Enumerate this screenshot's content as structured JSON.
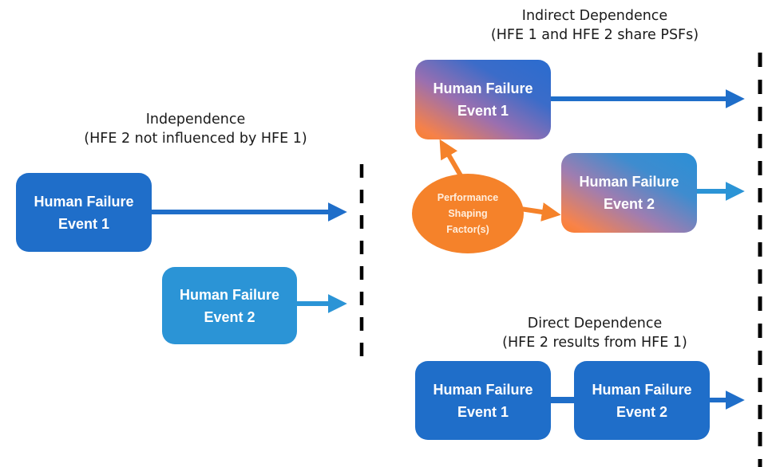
{
  "panels": {
    "independence": {
      "title": "Independence",
      "subtitle": "(HFE 2 not influenced by HFE 1)",
      "hfe1": {
        "line1": "Human Failure",
        "line2": "Event 1"
      },
      "hfe2": {
        "line1": "Human Failure",
        "line2": "Event 2"
      }
    },
    "indirect": {
      "title": "Indirect Dependence",
      "subtitle": "(HFE 1 and HFE 2 share PSFs)",
      "hfe1": {
        "line1": "Human Failure",
        "line2": "Event 1"
      },
      "hfe2": {
        "line1": "Human Failure",
        "line2": "Event 2"
      },
      "psf": {
        "line1": "Performance",
        "line2": "Shaping",
        "line3": "Factor(s)"
      }
    },
    "direct": {
      "title": "Direct Dependence",
      "subtitle": "(HFE 2 results from HFE 1)",
      "hfe1": {
        "line1": "Human Failure",
        "line2": "Event 1"
      },
      "hfe2": {
        "line1": "Human Failure",
        "line2": "Event 2"
      }
    }
  },
  "colors": {
    "hfe1_blue": "#1f6ec9",
    "hfe2_blue": "#2b94d6",
    "psf_orange": "#f5822a",
    "divider": "#000000"
  }
}
